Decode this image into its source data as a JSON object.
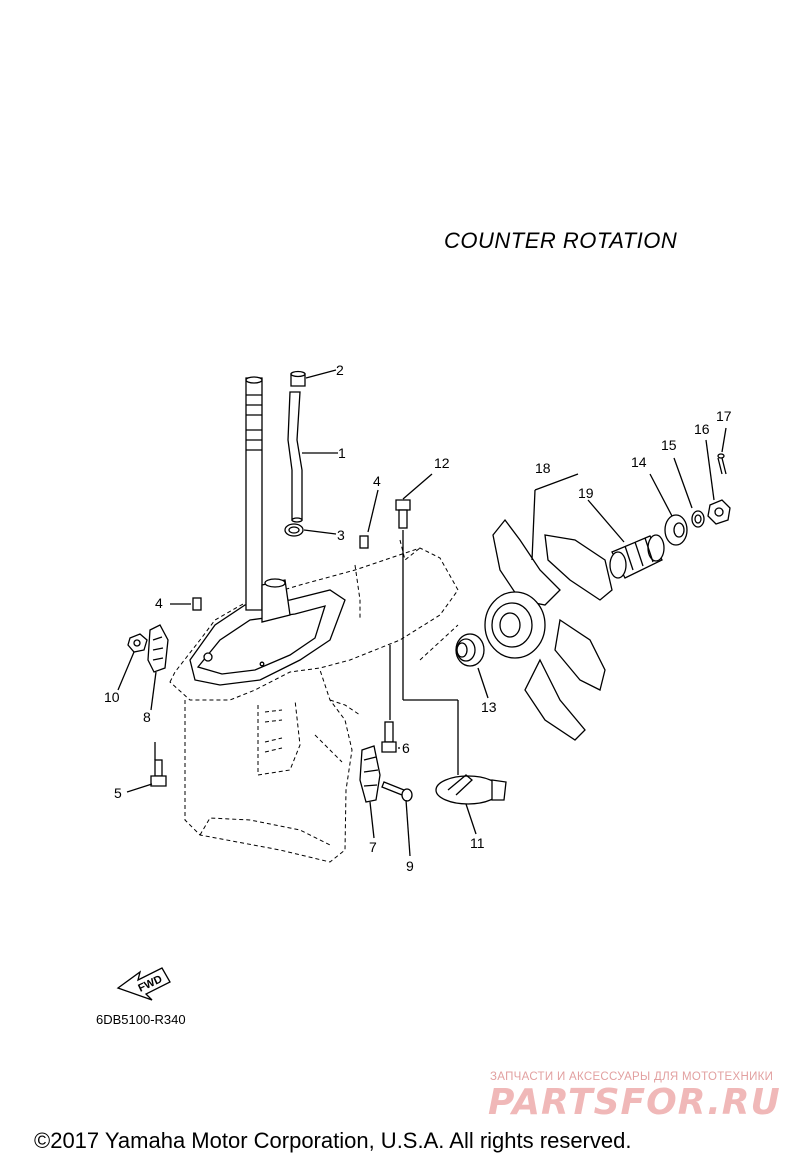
{
  "subtitle": "COUNTER  ROTATION",
  "diagram_code": "6DB5100-R340",
  "fwd_label": "FWD",
  "copyright": "©2017 Yamaha Motor Corporation, U.S.A. All rights reserved.",
  "watermark": {
    "tagline": "ЗАПЧАСТИ И АКСЕССУАРЫ ДЛЯ МОТОТЕХНИКИ",
    "brand": "PARTSFOR.RU"
  },
  "callouts": [
    "1",
    "2",
    "3",
    "4",
    "4",
    "5",
    "6",
    "7",
    "8",
    "9",
    "10",
    "11",
    "12",
    "13",
    "14",
    "15",
    "16",
    "17",
    "18",
    "19"
  ]
}
